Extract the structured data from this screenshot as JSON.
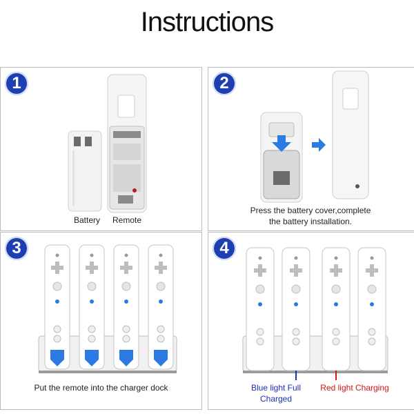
{
  "page": {
    "title": "Instructions"
  },
  "steps": [
    {
      "number": "1",
      "labels": {
        "battery": "Battery",
        "remote": "Remote"
      }
    },
    {
      "number": "2",
      "caption_line1": "Press the battery cover,complete",
      "caption_line2": "the battery installation."
    },
    {
      "number": "3",
      "caption": "Put the remote into the charger dock"
    },
    {
      "number": "4",
      "caption_blue": "Blue light Full Charged",
      "caption_red": "Red light Charging"
    }
  ],
  "colors": {
    "badge": "#1d3fb0",
    "arrow": "#2c7be5",
    "blue_light": "#1a2fb8",
    "red_light": "#d01515"
  },
  "icons": [
    "dpad-icon",
    "power-icon",
    "home-button-icon",
    "arrow-down-icon",
    "arrow-right-icon"
  ]
}
